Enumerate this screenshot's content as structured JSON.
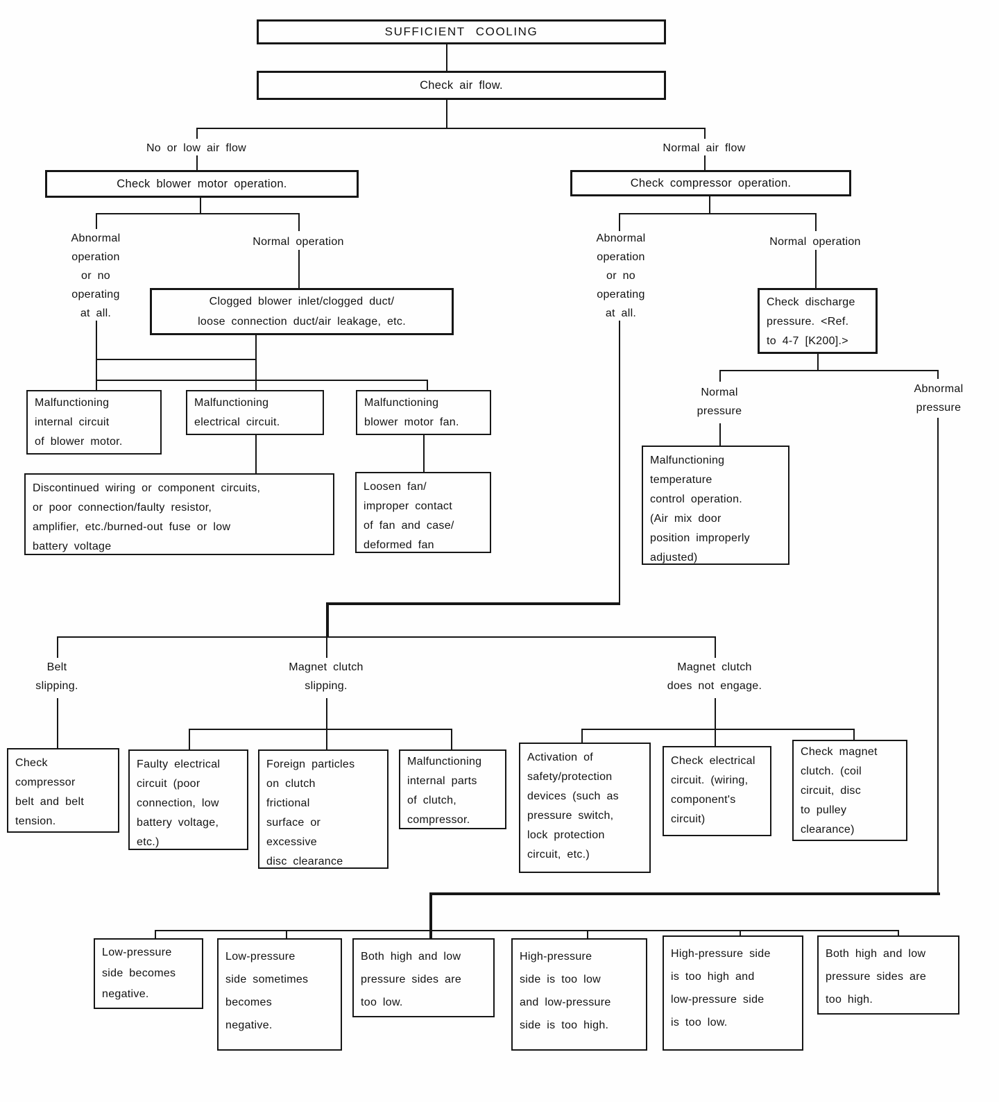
{
  "flowchart": {
    "title": "SUFFICIENT COOLING",
    "check_air_flow": "Check air flow.",
    "airflow": {
      "no_low_label": "No or low air flow",
      "normal_label": "Normal air flow"
    },
    "blower": {
      "check_box": "Check blower motor operation.",
      "abnormal_label": "Abnormal\noperation\nor no\noperating\nat all.",
      "normal_label": "Normal operation",
      "clogged_box": "Clogged blower inlet/clogged duct/\nloose connection duct/air leakage, etc.",
      "malf_internal_box": "Malfunctioning\ninternal circuit\nof blower motor.",
      "malf_electrical_box": "Malfunctioning\nelectrical circuit.",
      "malf_fan_box": "Malfunctioning\nblower motor fan.",
      "discontinued_box": "Discontinued wiring or component circuits,\nor poor connection/faulty resistor,\namplifier, etc./burned-out fuse or low\nbattery voltage",
      "loosen_box": "Loosen fan/\nimproper contact\nof fan and case/\ndeformed fan"
    },
    "compressor": {
      "check_box": "Check compressor operation.",
      "abnormal_label": "Abnormal\noperation\nor no\noperating\nat all.",
      "normal_label": "Normal operation",
      "discharge_box": "Check discharge\npressure. <Ref.\nto 4-7 [K200].>",
      "normal_pressure_label": "Normal\npressure",
      "abnormal_pressure_label": "Abnormal\npressure",
      "malf_temp_box": "Malfunctioning\ntemperature\ncontrol operation.\n(Air mix door\nposition improperly\nadjusted)"
    },
    "clutch": {
      "belt_label": "Belt\nslipping.",
      "slipping_label": "Magnet clutch\nslipping.",
      "not_engage_label": "Magnet clutch\ndoes not engage.",
      "check_belt_box": "Check\ncompressor\nbelt and belt\ntension.",
      "faulty_electrical_box": "Faulty electrical\ncircuit (poor\nconnection, low\nbattery voltage,\netc.)",
      "foreign_particles_box": "Foreign particles\non clutch\nfrictional\nsurface or\nexcessive\ndisc clearance",
      "malf_parts_box": "Malfunctioning\ninternal parts\nof clutch,\ncompressor.",
      "activation_box": "Activation of\nsafety/protection\ndevices (such as\npressure switch,\nlock protection\ncircuit, etc.)",
      "check_circuit_box": "Check electrical\ncircuit. (wiring,\ncomponent's\ncircuit)",
      "check_magnet_box": "Check magnet\nclutch. (coil\ncircuit, disc\nto pulley\nclearance)"
    },
    "pressure_outcomes": {
      "low_negative": "Low-pressure\nside becomes\nnegative.",
      "low_sometimes_negative": "Low-pressure\nside sometimes\nbecomes\nnegative.",
      "both_too_low": "Both high and low\npressure sides are\ntoo low.",
      "high_low_low_high": "High-pressure\nside is too low\nand low-pressure\nside is too high.",
      "high_high_low_low": "High-pressure side\nis too high and\nlow-pressure side\nis too low.",
      "both_too_high": "Both high and low\npressure sides are\ntoo high."
    }
  }
}
